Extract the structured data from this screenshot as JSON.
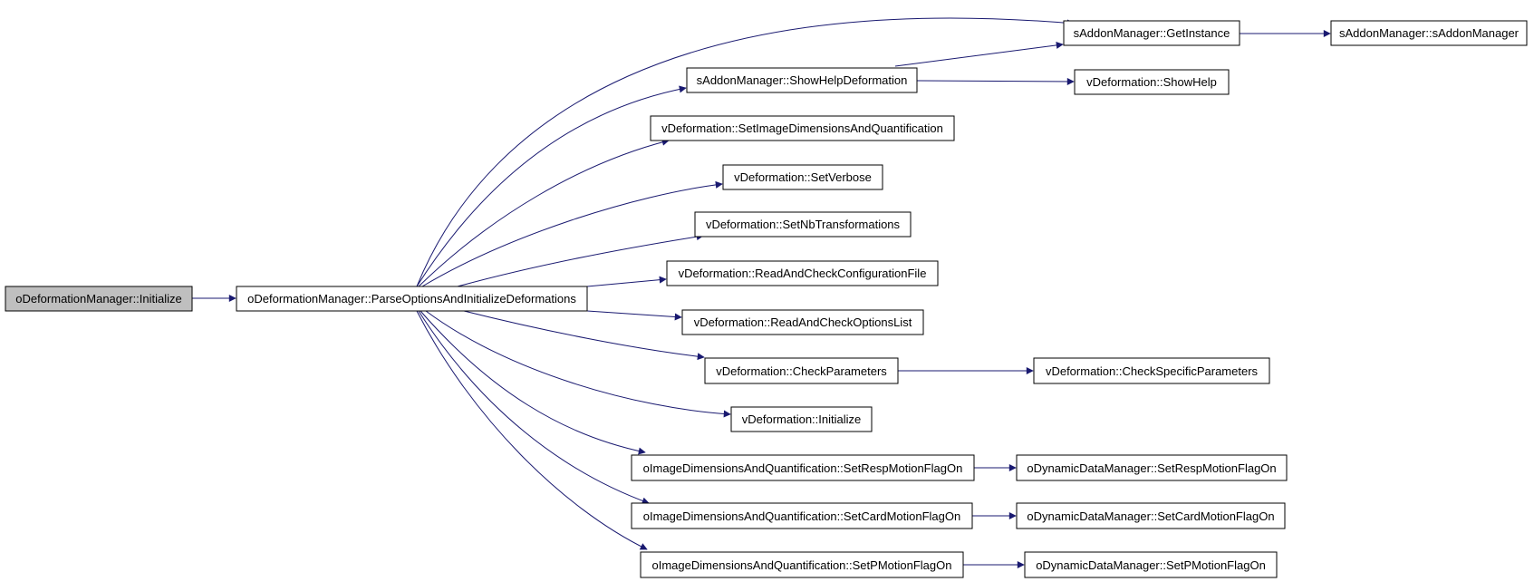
{
  "colors": {
    "edge": "#191970",
    "node_border": "#000000",
    "node_fill": "#ffffff",
    "root_fill": "#bfbfbf"
  },
  "nodes": {
    "root": "oDeformationManager::Initialize",
    "parse": "oDeformationManager::ParseOptionsAndInitializeDeformations",
    "getinstance": "sAddonManager::GetInstance",
    "saddonctor": "sAddonManager::sAddonManager",
    "showhelpdef": "sAddonManager::ShowHelpDeformation",
    "showhelp": "vDeformation::ShowHelp",
    "setimgdim": "vDeformation::SetImageDimensionsAndQuantification",
    "setverbose": "vDeformation::SetVerbose",
    "setnbtrans": "vDeformation::SetNbTransformations",
    "readconfig": "vDeformation::ReadAndCheckConfigurationFile",
    "readopts": "vDeformation::ReadAndCheckOptionsList",
    "checkparams": "vDeformation::CheckParameters",
    "checkspecific": "vDeformation::CheckSpecificParameters",
    "vinit": "vDeformation::Initialize",
    "setresp": "oImageDimensionsAndQuantification::SetRespMotionFlagOn",
    "dynresp": "oDynamicDataManager::SetRespMotionFlagOn",
    "setcard": "oImageDimensionsAndQuantification::SetCardMotionFlagOn",
    "dyncard": "oDynamicDataManager::SetCardMotionFlagOn",
    "setpm": "oImageDimensionsAndQuantification::SetPMotionFlagOn",
    "dynpm": "oDynamicDataManager::SetPMotionFlagOn"
  }
}
